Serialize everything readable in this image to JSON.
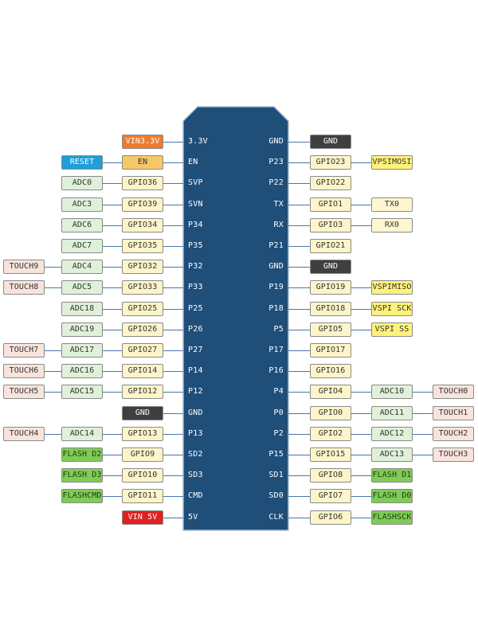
{
  "colors": {
    "chip_body": "#1f4e79",
    "chip_edge": "#a9bdd2",
    "wire": "#4a77a8",
    "gpio": "#fdf5c9",
    "adc": "#dff1d8",
    "touch": "#f8e4dc",
    "gnd": "#3f3f3f",
    "vin33": "#ee7b2d",
    "vin5": "#e02020",
    "reset": "#1f9ed8",
    "en": "#f6c768",
    "vspi": "#fff27a",
    "uart": "#fff7d0",
    "flash": "#7fcb56"
  },
  "left": [
    {
      "pin": "3.3V",
      "labels": [
        {
          "text": "VIN3.3V",
          "kind": "vin33"
        }
      ]
    },
    {
      "pin": "EN",
      "labels": [
        {
          "text": "EN",
          "kind": "en"
        },
        {
          "text": "RESET",
          "kind": "reset"
        }
      ]
    },
    {
      "pin": "SVP",
      "labels": [
        {
          "text": "GPIO36",
          "kind": "gpio"
        },
        {
          "text": "ADC0",
          "kind": "adc"
        }
      ]
    },
    {
      "pin": "SVN",
      "labels": [
        {
          "text": "GPIO39",
          "kind": "gpio"
        },
        {
          "text": "ADC3",
          "kind": "adc"
        }
      ]
    },
    {
      "pin": "P34",
      "labels": [
        {
          "text": "GPIO34",
          "kind": "gpio"
        },
        {
          "text": "ADC6",
          "kind": "adc"
        }
      ]
    },
    {
      "pin": "P35",
      "labels": [
        {
          "text": "GPIO35",
          "kind": "gpio"
        },
        {
          "text": "ADC7",
          "kind": "adc"
        }
      ]
    },
    {
      "pin": "P32",
      "labels": [
        {
          "text": "GPIO32",
          "kind": "gpio"
        },
        {
          "text": "ADC4",
          "kind": "adc"
        },
        {
          "text": "TOUCH9",
          "kind": "touch"
        }
      ]
    },
    {
      "pin": "P33",
      "labels": [
        {
          "text": "GPIO33",
          "kind": "gpio"
        },
        {
          "text": "ADC5",
          "kind": "adc"
        },
        {
          "text": "TOUCH8",
          "kind": "touch"
        }
      ]
    },
    {
      "pin": "P25",
      "labels": [
        {
          "text": "GPIO25",
          "kind": "gpio"
        },
        {
          "text": "ADC18",
          "kind": "adc"
        }
      ]
    },
    {
      "pin": "P26",
      "labels": [
        {
          "text": "GPIO26",
          "kind": "gpio"
        },
        {
          "text": "ADC19",
          "kind": "adc"
        }
      ]
    },
    {
      "pin": "P27",
      "labels": [
        {
          "text": "GPIO27",
          "kind": "gpio"
        },
        {
          "text": "ADC17",
          "kind": "adc"
        },
        {
          "text": "TOUCH7",
          "kind": "touch"
        }
      ]
    },
    {
      "pin": "P14",
      "labels": [
        {
          "text": "GPIO14",
          "kind": "gpio"
        },
        {
          "text": "ADC16",
          "kind": "adc"
        },
        {
          "text": "TOUCH6",
          "kind": "touch"
        }
      ]
    },
    {
      "pin": "P12",
      "labels": [
        {
          "text": "GPIO12",
          "kind": "gpio"
        },
        {
          "text": "ADC15",
          "kind": "adc"
        },
        {
          "text": "TOUCH5",
          "kind": "touch"
        }
      ]
    },
    {
      "pin": "GND",
      "labels": [
        {
          "text": "GND",
          "kind": "gnd"
        }
      ]
    },
    {
      "pin": "P13",
      "labels": [
        {
          "text": "GPIO13",
          "kind": "gpio"
        },
        {
          "text": "ADC14",
          "kind": "adc"
        },
        {
          "text": "TOUCH4",
          "kind": "touch"
        }
      ]
    },
    {
      "pin": "SD2",
      "labels": [
        {
          "text": "GPIO9",
          "kind": "gpio"
        },
        {
          "text": "FLASH D2",
          "kind": "flash"
        }
      ]
    },
    {
      "pin": "SD3",
      "labels": [
        {
          "text": "GPIO10",
          "kind": "gpio"
        },
        {
          "text": "FLASH D3",
          "kind": "flash"
        }
      ]
    },
    {
      "pin": "CMD",
      "labels": [
        {
          "text": "GPIO11",
          "kind": "gpio"
        },
        {
          "text": "FLASHCMD",
          "kind": "flash"
        }
      ]
    },
    {
      "pin": "5V",
      "labels": [
        {
          "text": "VIN 5V",
          "kind": "vin5"
        }
      ]
    }
  ],
  "right": [
    {
      "pin": "GND",
      "labels": [
        {
          "text": "GND",
          "kind": "gnd"
        }
      ]
    },
    {
      "pin": "P23",
      "labels": [
        {
          "text": "GPIO23",
          "kind": "gpio"
        },
        {
          "text": "VPSIMOSI",
          "kind": "vspi"
        }
      ]
    },
    {
      "pin": "P22",
      "labels": [
        {
          "text": "GPIO22",
          "kind": "gpio"
        }
      ]
    },
    {
      "pin": "TX",
      "labels": [
        {
          "text": "GPIO1",
          "kind": "gpio"
        },
        {
          "text": "TX0",
          "kind": "uart"
        }
      ]
    },
    {
      "pin": "RX",
      "labels": [
        {
          "text": "GPIO3",
          "kind": "gpio"
        },
        {
          "text": "RX0",
          "kind": "uart"
        }
      ]
    },
    {
      "pin": "P21",
      "labels": [
        {
          "text": "GPIO21",
          "kind": "gpio"
        }
      ]
    },
    {
      "pin": "GND",
      "labels": [
        {
          "text": "GND",
          "kind": "gnd"
        }
      ]
    },
    {
      "pin": "P19",
      "labels": [
        {
          "text": "GPIO19",
          "kind": "gpio"
        },
        {
          "text": "VSPIMISO",
          "kind": "vspi"
        }
      ]
    },
    {
      "pin": "P18",
      "labels": [
        {
          "text": "GPIO18",
          "kind": "gpio"
        },
        {
          "text": "VSPI SCK",
          "kind": "vspi"
        }
      ]
    },
    {
      "pin": "P5",
      "labels": [
        {
          "text": "GPIO5",
          "kind": "gpio"
        },
        {
          "text": "VSPI SS",
          "kind": "vspi"
        }
      ]
    },
    {
      "pin": "P17",
      "labels": [
        {
          "text": "GPIO17",
          "kind": "gpio"
        }
      ]
    },
    {
      "pin": "P16",
      "labels": [
        {
          "text": "GPIO16",
          "kind": "gpio"
        }
      ]
    },
    {
      "pin": "P4",
      "labels": [
        {
          "text": "GPIO4",
          "kind": "gpio"
        },
        {
          "text": "ADC10",
          "kind": "adc"
        },
        {
          "text": "TOUCH0",
          "kind": "touch"
        }
      ]
    },
    {
      "pin": "P0",
      "labels": [
        {
          "text": "GPIO0",
          "kind": "gpio"
        },
        {
          "text": "ADC11",
          "kind": "adc"
        },
        {
          "text": "TOUCH1",
          "kind": "touch"
        }
      ]
    },
    {
      "pin": "P2",
      "labels": [
        {
          "text": "GPIO2",
          "kind": "gpio"
        },
        {
          "text": "ADC12",
          "kind": "adc"
        },
        {
          "text": "TOUCH2",
          "kind": "touch"
        }
      ]
    },
    {
      "pin": "P15",
      "labels": [
        {
          "text": "GPIO15",
          "kind": "gpio"
        },
        {
          "text": "ADC13",
          "kind": "adc"
        },
        {
          "text": "TOUCH3",
          "kind": "touch"
        }
      ]
    },
    {
      "pin": "SD1",
      "labels": [
        {
          "text": "GPIO8",
          "kind": "gpio"
        },
        {
          "text": "FLASH D1",
          "kind": "flash"
        }
      ]
    },
    {
      "pin": "SD0",
      "labels": [
        {
          "text": "GPIO7",
          "kind": "gpio"
        },
        {
          "text": "FLASH D0",
          "kind": "flash"
        }
      ]
    },
    {
      "pin": "CLK",
      "labels": [
        {
          "text": "GPIO6",
          "kind": "gpio"
        },
        {
          "text": "FLASHSCK",
          "kind": "flash"
        }
      ]
    }
  ]
}
